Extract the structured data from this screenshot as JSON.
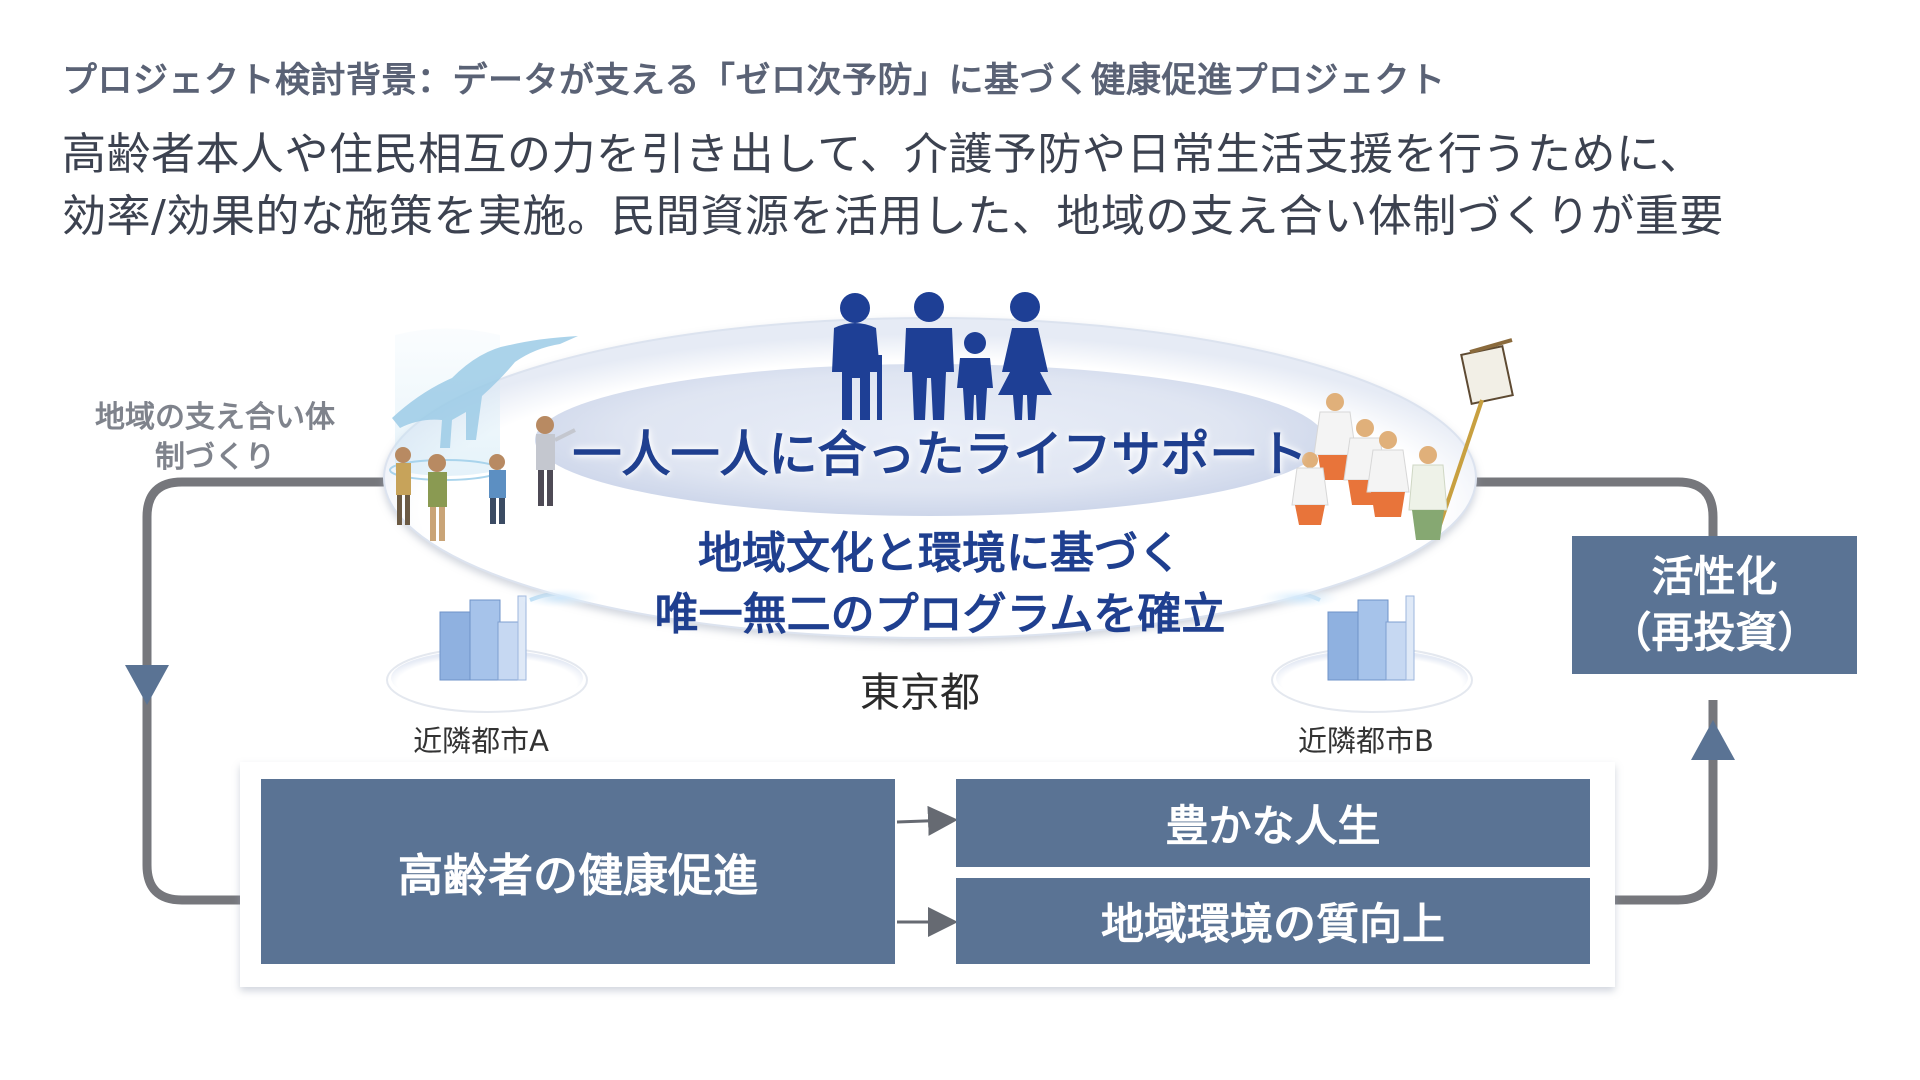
{
  "header": {
    "title": "プロジェクト検討背景：データが支える「ゼロ次予防」に基づく健康促進プロジェクト",
    "lines": [
      "高齢者本人や住民相互の力を引き出して、介護予防や日常生活支援を行うために、",
      "効率/効果的な施策を実施。民間資源を活用した、地域の支え合い体制づくりが重要"
    ]
  },
  "diagram": {
    "left_loop_label": "地域の支え合い体制づくり",
    "center": {
      "life_support": "一人一人に合ったライフサポート",
      "program_lines": [
        "地域文化と環境に基づく",
        "唯一無二のプログラムを確立"
      ],
      "city": "東京都"
    },
    "neighbors": {
      "a": "近隣都市A",
      "b": "近隣都市B"
    },
    "boxes": {
      "health": "高齢者の健康促進",
      "rich_life": "豊かな人生",
      "quality": "地域環境の質向上"
    },
    "activation": {
      "line1": "活性化",
      "line2": "（再投資）"
    }
  },
  "colors": {
    "box_fill": "#5a7394",
    "loop_line": "#76777c",
    "heading_blue": "#1f3f8f",
    "people_icon": "#1e3f95"
  },
  "icons": {
    "people": "family-silhouette-icon",
    "left_illustration": "dinosaur-hologram-tourists-illustration",
    "right_illustration": "festival-dancers-illustration",
    "neighbor_city": "city-buildings-icon"
  }
}
